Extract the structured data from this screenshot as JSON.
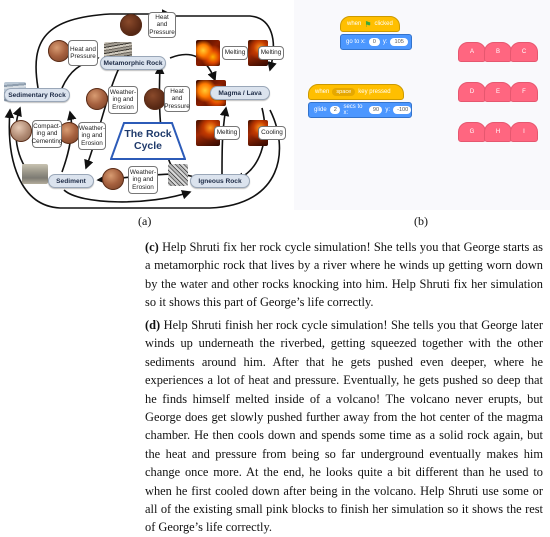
{
  "figure_a": {
    "title": "The Rock Cycle",
    "rocks": {
      "metamorphic": "Metamorphic Rock",
      "sedimentary": "Sedimentary Rock",
      "magma": "Magma / Lava",
      "sediment": "Sediment",
      "igneous": "Igneous Rock"
    },
    "processes": {
      "heat_pressure_top": "Heat and Pressure",
      "heat_pressure_left": "Heat and Pressure",
      "heat_pressure_center": "Heat and Pressure",
      "melting_top": "Melting",
      "melting_right": "Melting",
      "melting_lower": "Melting",
      "weathering_center": "Weather-ing and Erosion",
      "weathering_left": "Weather-ing and Erosion",
      "weathering_bottom": "Weather-ing and Erosion",
      "compacting": "Compact-ing and Cementing",
      "cooling": "Cooling"
    }
  },
  "figure_b": {
    "script1": {
      "hat": "when",
      "hat_suffix": "clicked",
      "goto": "go to x:",
      "x": "0",
      "y_label": "y:",
      "y": "105"
    },
    "script2": {
      "hat": "when",
      "key": "space",
      "hat_suffix": "key pressed",
      "glide": "glide",
      "secs": "2",
      "secs_label": "secs to x:",
      "x": "90",
      "y_label": "y:",
      "y": "-100"
    },
    "pink_blocks": [
      "A",
      "B",
      "C",
      "D",
      "E",
      "F",
      "G",
      "H",
      "I"
    ]
  },
  "captions": {
    "a": "(a)",
    "b": "(b)"
  },
  "paragraphs": {
    "c_label": "(c)",
    "c_text": "Help Shruti fix her rock cycle simulation! She tells you that George starts as a metamorphic rock that lives by a river where he winds up getting worn down by the water and other rocks knocking into him. Help Shruti fix her simulation so it shows this part of George’s life correctly.",
    "d_label": "(d)",
    "d_text": "Help Shruti finish her rock cycle simulation! She tells you that George later winds up underneath the riverbed, getting squeezed together with the other sediments around him. After that he gets pushed even deeper, where he experiences a lot of heat and pressure. Eventually, he gets pushed so deep that he finds himself melted inside of a volcano! The volcano never erupts, but George does get slowly pushed further away from the hot center of the magma chamber. He then cools down and spends some time as a solid rock again, but the heat and pressure from being so far underground eventually makes him change once more. At the end, he looks quite a bit different than he used to when he first cooled down after being in the volcano. Help Shruti use some or all of the existing small pink blocks to finish her simulation so it shows the rest of George’s life correctly."
  },
  "colors": {
    "rock_label": "#1d2b46",
    "scratch_event": "#ffbf00",
    "scratch_motion": "#4c97ff",
    "pink_block": "#ff6680"
  }
}
